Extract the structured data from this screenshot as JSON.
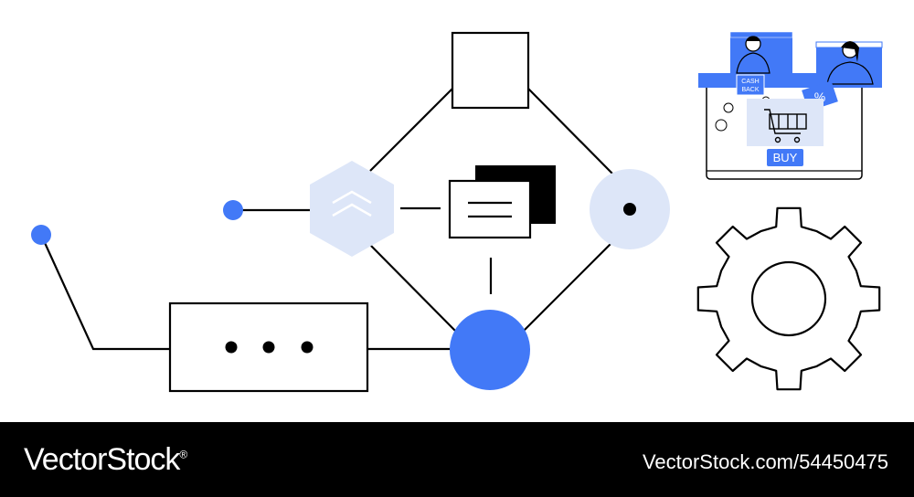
{
  "colors": {
    "accent": "#4279f7",
    "light_accent": "#dde6f8",
    "line": "#000000",
    "footer_bg": "#000000",
    "footer_text": "#ffffff"
  },
  "illustration": {
    "cashback_label_line1": "CASH",
    "cashback_label_line2": "BACK",
    "discount_label": "%",
    "buy_button_label": "BUY",
    "icons": [
      "chevron-up-double-icon",
      "document-icon",
      "ellipsis-icon",
      "shopping-cart-icon",
      "gear-icon",
      "dot-icon"
    ]
  },
  "footer": {
    "brand": "VectorStock",
    "registered_mark": "®",
    "image_id": "VectorStock.com/54450475"
  }
}
